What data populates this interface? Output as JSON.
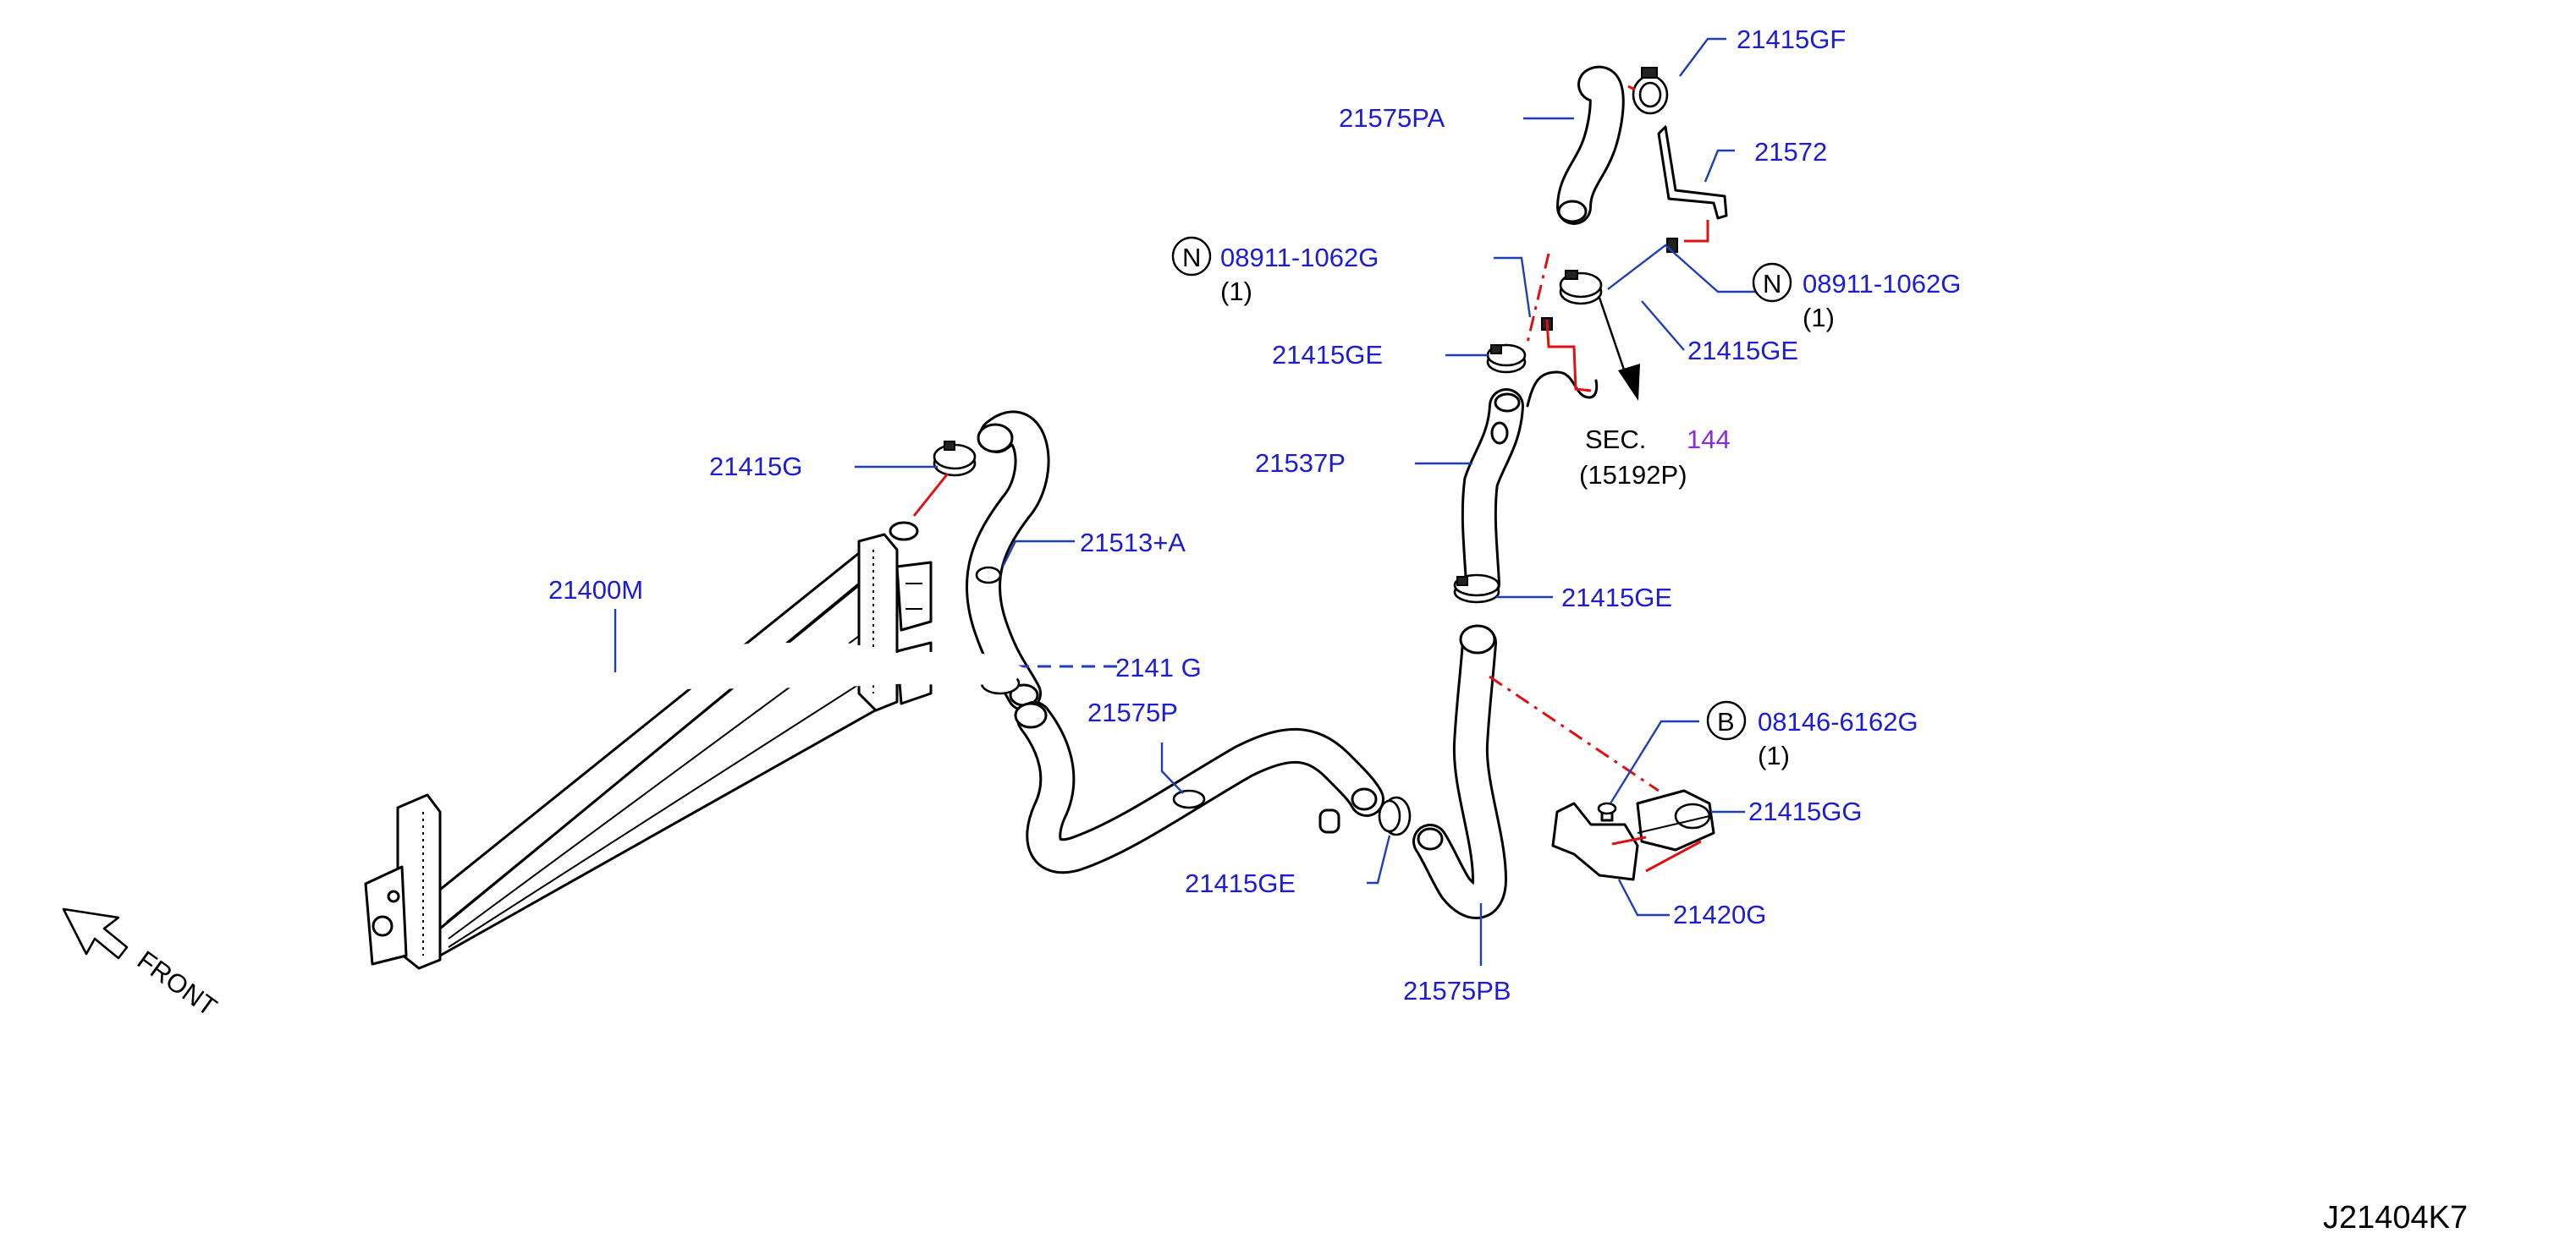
{
  "labels": {
    "l_21415GF": "21415GF",
    "l_21575PA": "21575PA",
    "l_21572": "21572",
    "l_08911_left": "08911-1062G",
    "l_08911_left_qty": "(1)",
    "l_08911_right": "08911-1062G",
    "l_08911_right_qty": "(1)",
    "l_21415GE_a": "21415GE",
    "l_21415GE_b": "21415GE",
    "l_21415GE_c": "21415GE",
    "l_21415GE_d": "21415GE",
    "l_21537P": "21537P",
    "l_sec": "SEC.",
    "l_sec_num": "144",
    "l_sec_ref": "(15192P)",
    "l_21415G": "21415G",
    "l_21513A": "21513+A",
    "l_21400M": "21400M",
    "l_2141G_partial": "2141 G",
    "l_21575P": "21575P",
    "l_08146": "08146-6162G",
    "l_08146_qty": "(1)",
    "l_21415GG": "21415GG",
    "l_21420G": "21420G",
    "l_21575PB": "21575PB",
    "front": "FRONT",
    "diagram_code": "J21404K7"
  },
  "badges": {
    "n_left": "N",
    "n_right": "N",
    "b_bolt": "B"
  },
  "colors": {
    "label_blue": "#1c1cd8",
    "leader_blue": "#1f3fb8",
    "guide_red": "#e01010",
    "sec_purple": "#8a2be2"
  }
}
